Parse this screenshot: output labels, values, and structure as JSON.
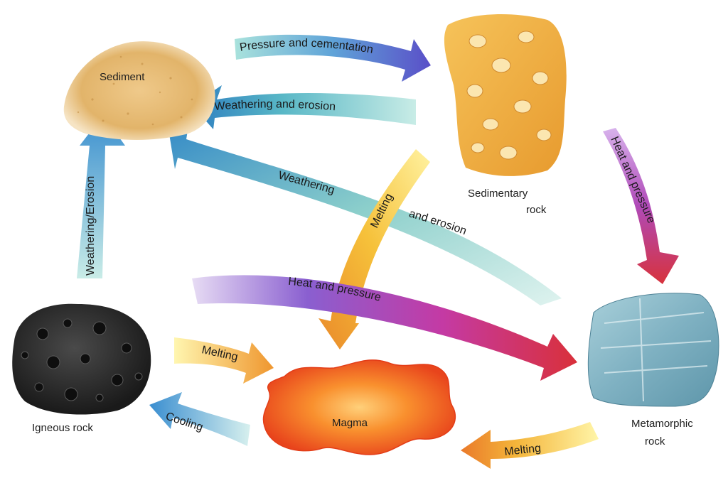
{
  "nodes": {
    "sediment": "Sediment",
    "sedimentary_rock": [
      "Sedimentary",
      "rock"
    ],
    "metamorphic_rock": [
      "Metamorphic",
      "rock"
    ],
    "igneous_rock": "Igneous rock",
    "magma": "Magma"
  },
  "arrows": {
    "pressure_cementation": "Pressure and cementation",
    "weathering_erosion_top": "Weathering and erosion",
    "weathering_left": "Weathering/Erosion",
    "weathering_long_a": "Weathering",
    "weathering_long_b": "and  erosion",
    "melting_sedimentary": "Melting",
    "heat_pressure_right": "Heat and pressure",
    "heat_pressure_long": "Heat and pressure",
    "melting_igneous": "Melting",
    "cooling": "Cooling",
    "melting_metamorphic": "Melting"
  },
  "colors": {
    "background": "#ffffff",
    "sediment": "#e6b86a",
    "sedimentary_rock": "#f0b347",
    "metamorphic_rock": "#8fb8c4",
    "igneous_rock": "#2b2b2b",
    "magma": "#f0501e",
    "arrow_blue": "#3f8fc4",
    "arrow_teal": "#9ad2cc",
    "arrow_purple": "#7b3fb0",
    "arrow_red": "#d0343c",
    "arrow_orange": "#f08a2a",
    "arrow_yellow": "#f6d23c"
  }
}
